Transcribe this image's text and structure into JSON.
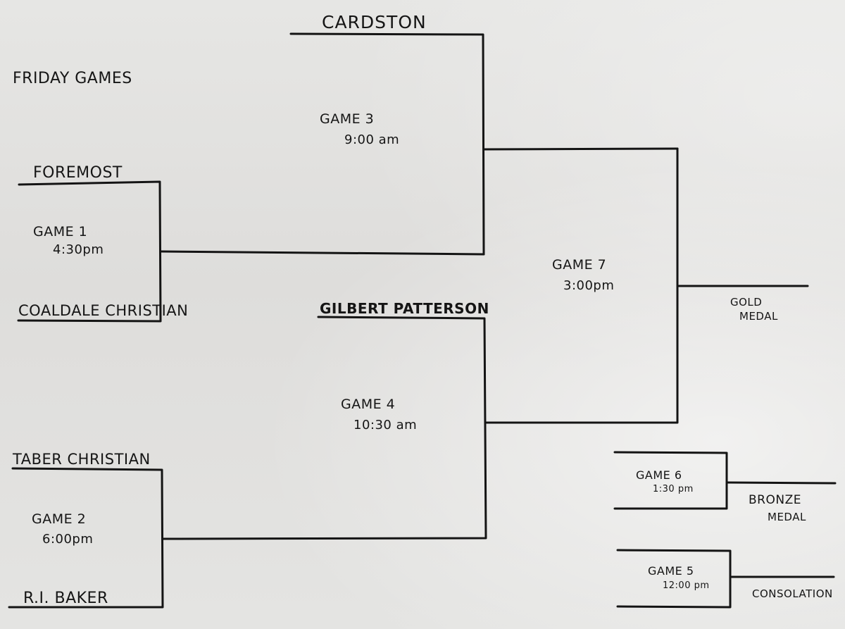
{
  "heading": "FRIDAY GAMES",
  "teams": {
    "cardston": "CARDSTON",
    "foremost": "FOREMOST",
    "coaldale": "COALDALE CHRISTIAN",
    "gilbert": "GILBERT PATTERSON",
    "taber": "TABER CHRISTIAN",
    "baker": "R.I. BAKER"
  },
  "games": {
    "g1": {
      "label": "GAME 1",
      "time": "4:30pm"
    },
    "g2": {
      "label": "GAME 2",
      "time": "6:00pm"
    },
    "g3": {
      "label": "GAME 3",
      "time": "9:00 am"
    },
    "g4": {
      "label": "GAME 4",
      "time": "10:30 am"
    },
    "g5": {
      "label": "GAME 5",
      "time": "12:00 pm"
    },
    "g6": {
      "label": "GAME 6",
      "time": "1:30 pm"
    },
    "g7": {
      "label": "GAME 7",
      "time": "3:00pm"
    }
  },
  "results": {
    "gold_1": "GOLD",
    "gold_2": "MEDAL",
    "bronze_1": "BRONZE",
    "bronze_2": "MEDAL",
    "consolation": "CONSOLATION"
  },
  "colors": {
    "paper": "#e2e2e0",
    "ink": "#141414"
  }
}
